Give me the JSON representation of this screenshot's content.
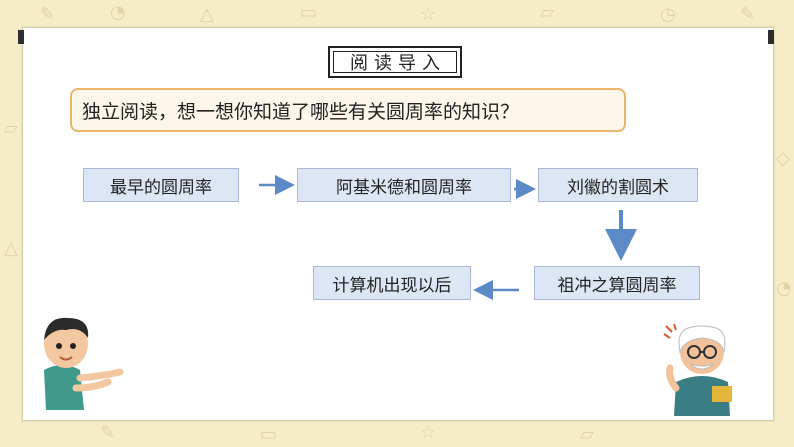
{
  "title": "阅读导入",
  "question": "独立阅读，想一想你知道了哪些有关圆周率的知识？",
  "flow": {
    "step1": "最早的圆周率",
    "step2": "阿基米德和圆周率",
    "step3": "刘徽的割圆术",
    "step4": "祖冲之算圆周率",
    "step5": "计算机出现以后"
  },
  "colors": {
    "background": "#f6ecc8",
    "node_fill": "#dde6f4",
    "arrow": "#5b8ac6",
    "question_border": "#ecb56a"
  },
  "icons": [
    "boy-character",
    "old-professor-character",
    "school-doodles"
  ]
}
